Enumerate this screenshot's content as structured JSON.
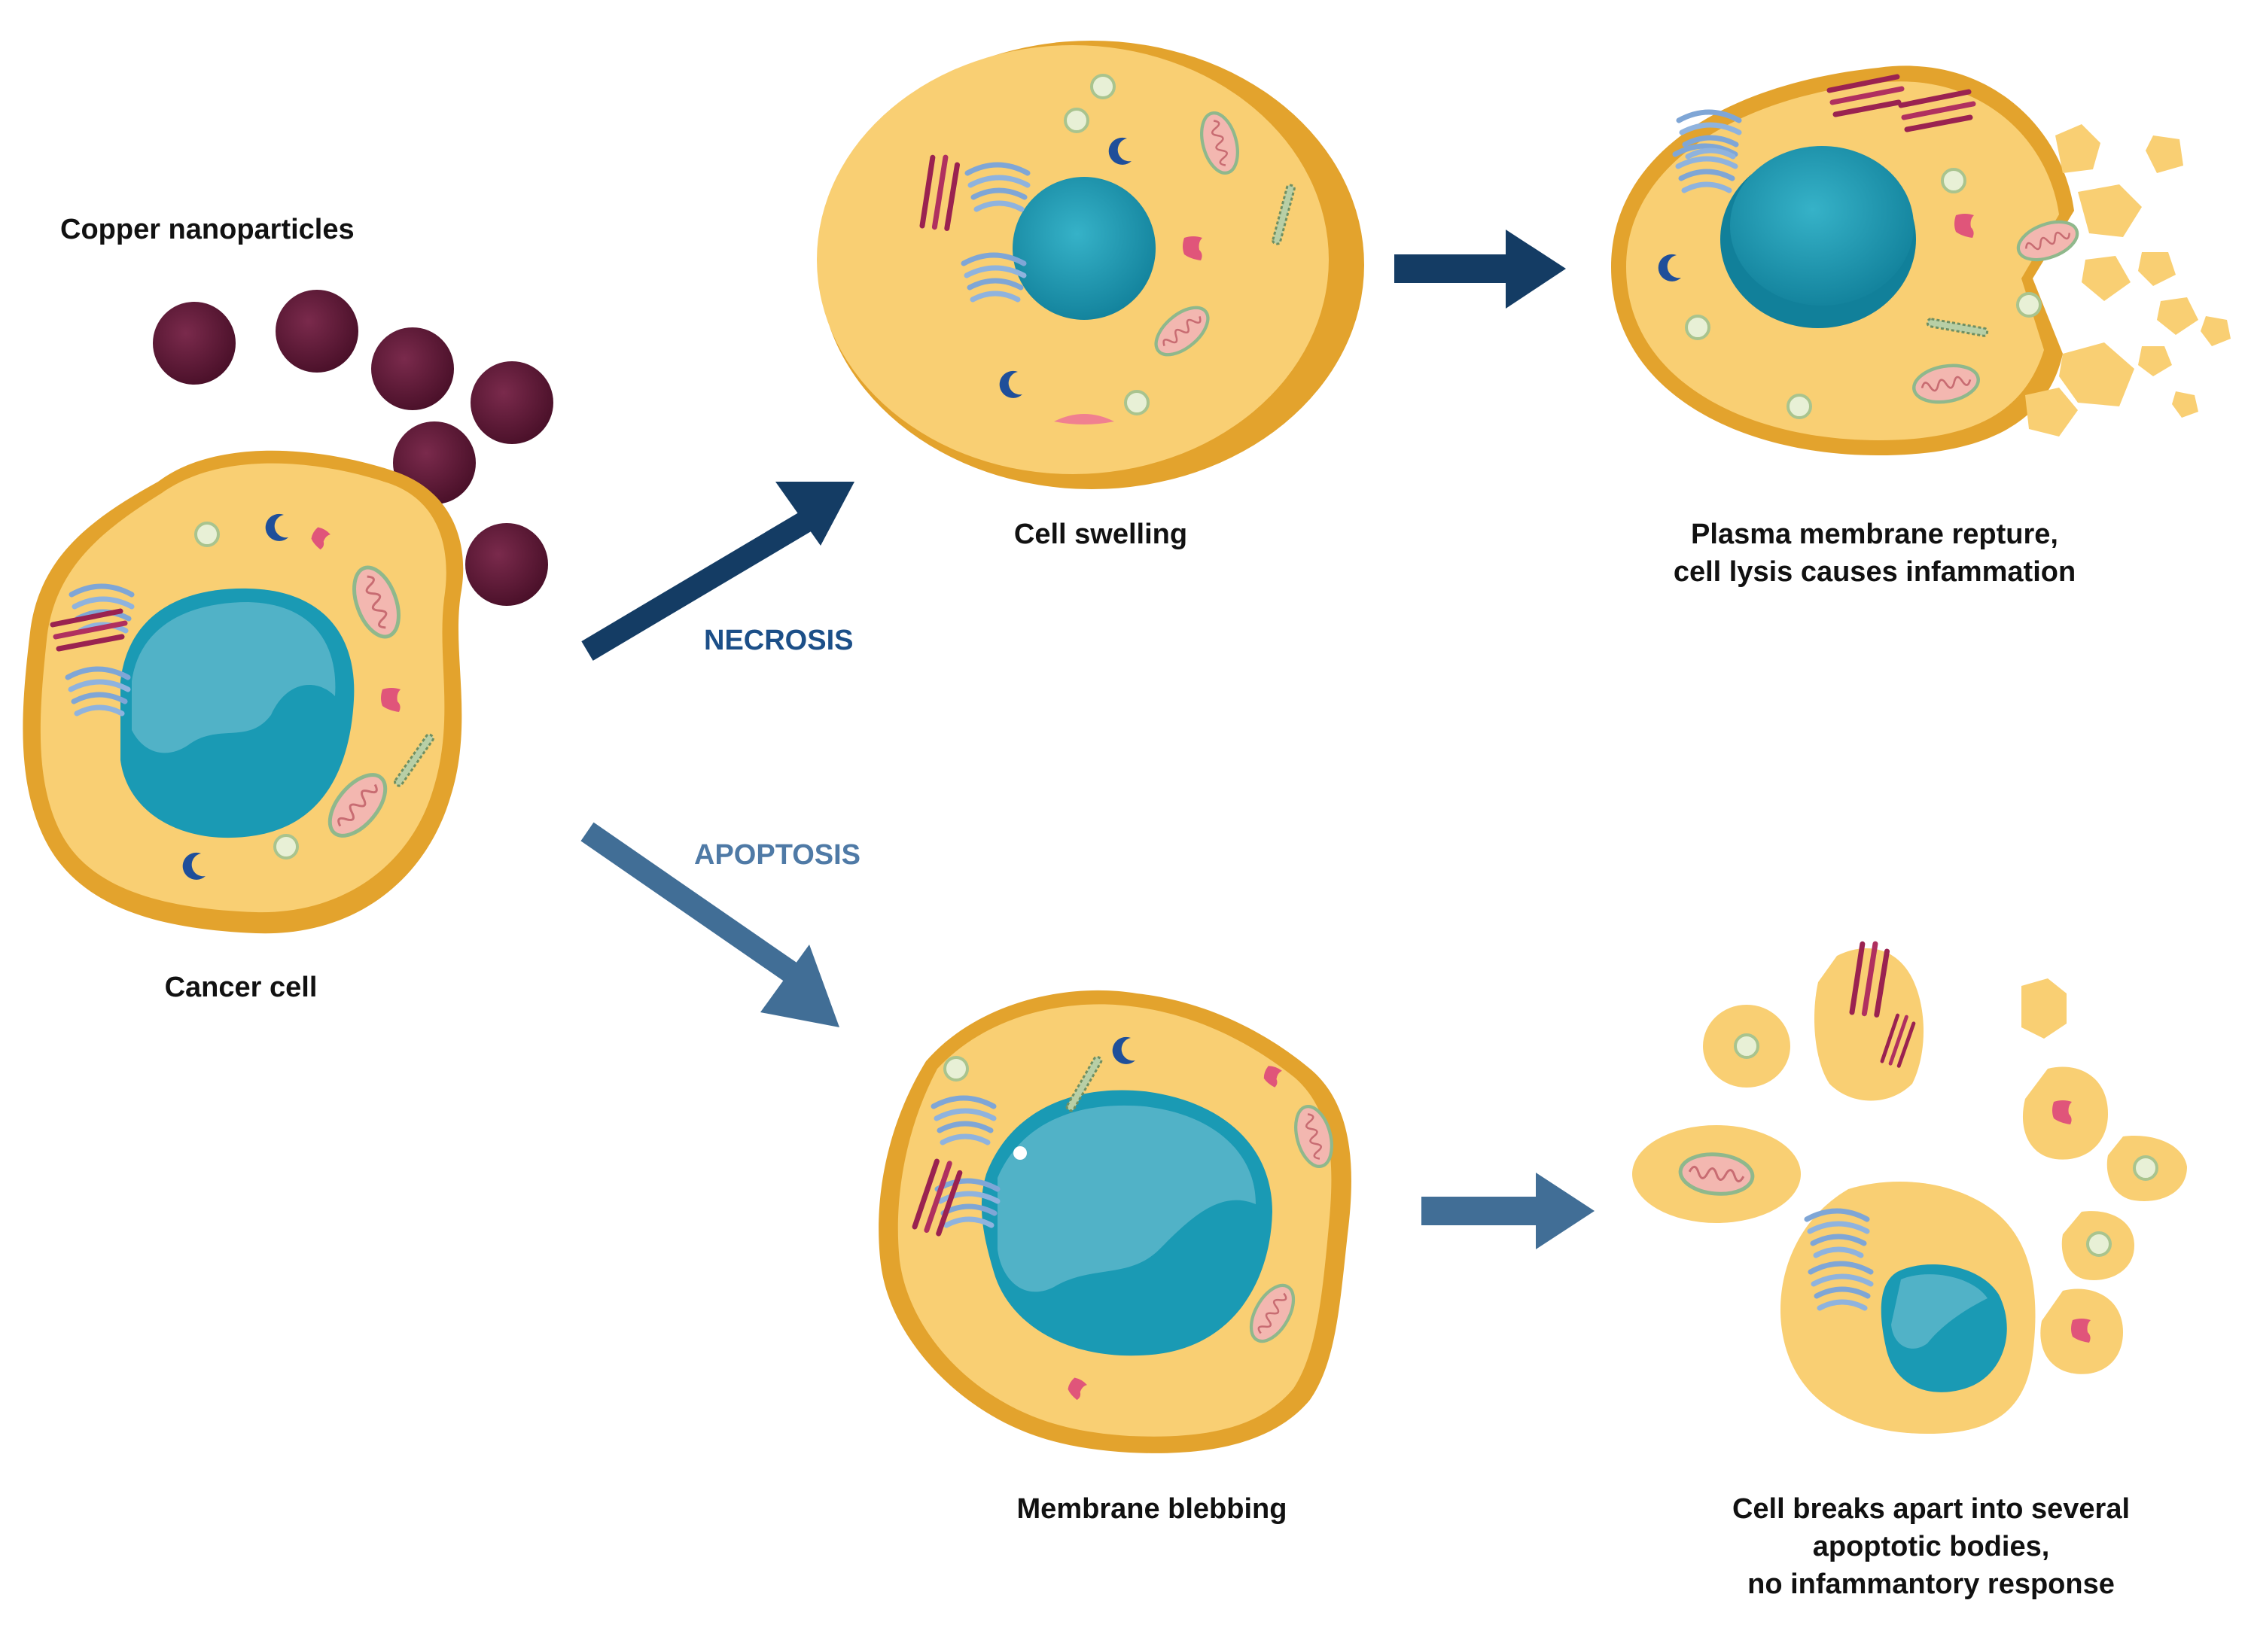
{
  "labels": {
    "copper": "Copper nanoparticles",
    "cancer_cell": "Cancer cell",
    "necrosis": "NECROSIS",
    "apoptosis": "APOPTOSIS",
    "cell_swelling": "Cell swelling",
    "rupture_line1": "Plasma membrane repture,",
    "rupture_line2": "cell lysis causes infammation",
    "blebbing": "Membrane blebbing",
    "bodies_line1": "Cell breaks apart into several",
    "bodies_line2": "apoptotic bodies,",
    "bodies_line3": "no infammantory response"
  },
  "colors": {
    "cytoplasm": "#f9cf73",
    "membrane_dark": "#e3a32d",
    "nucleus": "#1a9ab4",
    "nucleus_light": "#5fb8cc",
    "nanoparticle": "#5b1634",
    "necrosis_arrow": "#143c64",
    "apoptosis_arrow": "#416e96",
    "necrosis_text": "#1c4f88",
    "apoptosis_text": "#4f7aa6",
    "golgi": "#7fa6d6",
    "er": "#9a2250",
    "mitochondria": "#f3b7b0",
    "vesicle": "#e8f0d6",
    "lysosome_blue": "#1f4f9a",
    "lysosome_pink": "#e0557a"
  }
}
